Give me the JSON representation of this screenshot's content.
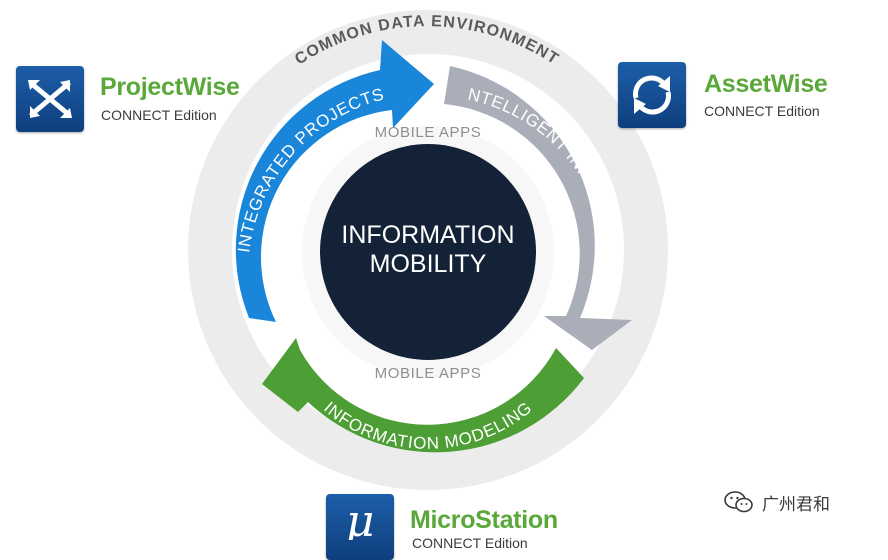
{
  "diagram": {
    "outer_ring_label": "COMMON DATA ENVIRONMENT",
    "center_label_line1": "INFORMATION",
    "center_label_line2": "MOBILITY",
    "inner_label_top": "MOBILE APPS",
    "inner_label_bottom": "MOBILE APPS",
    "arrows": [
      {
        "label": "INTEGRATED PROJECTS",
        "color": "#1a86d9"
      },
      {
        "label": "INTELLIGENT INFRASTRUCTURE",
        "color": "#a9aeb8"
      },
      {
        "label": "INFORMATION MODELING",
        "color": "#4d9e34"
      }
    ],
    "colors": {
      "outer_ring": "#ececec",
      "center_disk": "#132236",
      "inner_ring": "#f7f7f7"
    }
  },
  "products": [
    {
      "name": "ProjectWise",
      "edition": "CONNECT Edition",
      "icon": "projectwise-cross-arrows-icon"
    },
    {
      "name": "AssetWise",
      "edition": "CONNECT Edition",
      "icon": "assetwise-cycle-arrows-icon"
    },
    {
      "name": "MicroStation",
      "edition": "CONNECT Edition",
      "icon": "microstation-mu-icon"
    }
  ],
  "watermark": {
    "text": "广州君和",
    "icon": "wechat-icon"
  }
}
